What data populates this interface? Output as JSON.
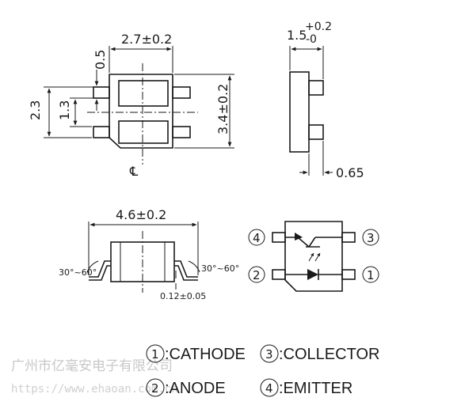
{
  "top_view": {
    "width_dim": "2.7±0.2",
    "lead_width": "0.5",
    "outer_height": "2.3",
    "pitch": "1.3",
    "body_height": "3.4±0.2",
    "centerline": "℄"
  },
  "side_view": {
    "thickness_main": "1.5",
    "thickness_tol_plus": "+0.2",
    "thickness_tol_minus": "-0",
    "lead_length": "0.65"
  },
  "front_view": {
    "overall_width": "4.6±0.2",
    "angle_left": "30°~60°",
    "angle_right": "30°~60°",
    "lead_thickness": "0.12±0.05"
  },
  "schematic": {
    "pin4": "4",
    "pin3": "3",
    "pin2": "2",
    "pin1": "1"
  },
  "legend": {
    "items": [
      {
        "num": "1",
        "label": ":CATHODE"
      },
      {
        "num": "3",
        "label": ":COLLECTOR"
      },
      {
        "num": "2",
        "label": ":ANODE"
      },
      {
        "num": "4",
        "label": ":EMITTER"
      }
    ]
  },
  "watermark": {
    "company": "广州市亿毫安电子有限公司",
    "url": "https://www.ehaoan.com.cn"
  }
}
